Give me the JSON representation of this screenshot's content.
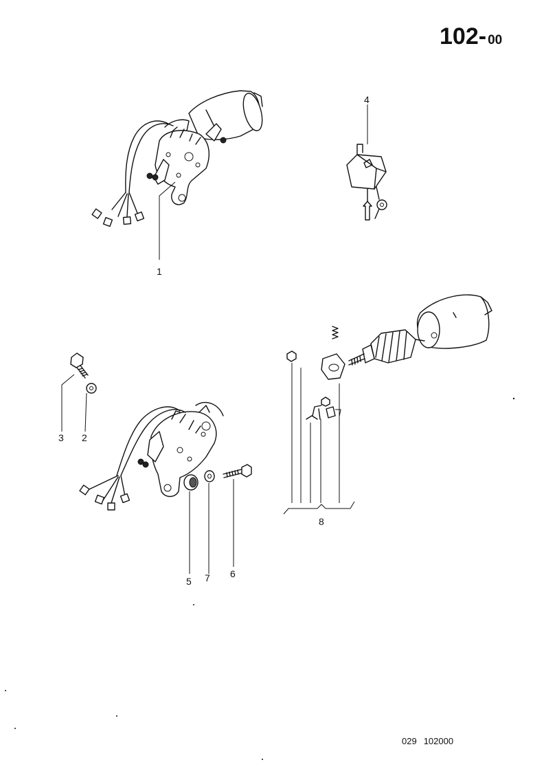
{
  "page_number": {
    "main": "102",
    "dash": "-",
    "sub": "00"
  },
  "doc_code": {
    "prefix": "029",
    "number": "102000"
  },
  "callouts": [
    {
      "id": "1",
      "label": "1"
    },
    {
      "id": "2",
      "label": "2"
    },
    {
      "id": "3",
      "label": "3"
    },
    {
      "id": "4",
      "label": "4"
    },
    {
      "id": "5",
      "label": "5"
    },
    {
      "id": "6",
      "label": "6"
    },
    {
      "id": "7",
      "label": "7"
    },
    {
      "id": "8",
      "label": "8"
    }
  ],
  "icons": [
    "wiper-motor-assembly-icon",
    "relay-icon",
    "bolt-icon",
    "washer-icon",
    "motor-plate-icon",
    "bush-icon",
    "armature-icon",
    "motor-housing-icon",
    "brush-holder-icon",
    "spring-icon"
  ]
}
